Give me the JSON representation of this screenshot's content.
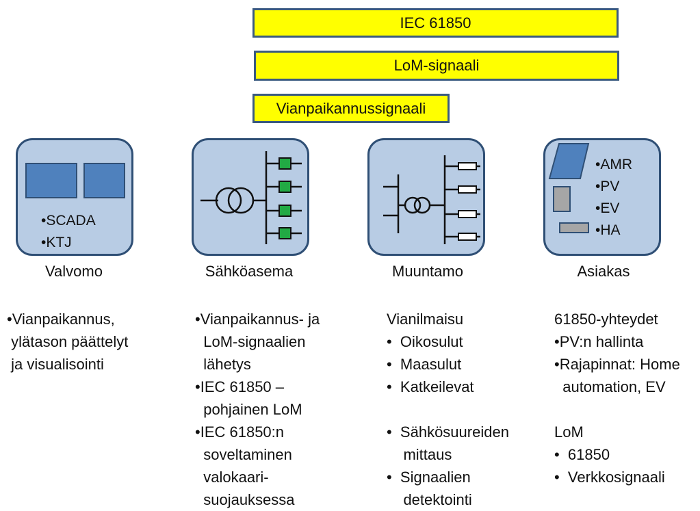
{
  "bars": {
    "iec": "IEC 61850",
    "lom": "LoM-signaali",
    "fault": "Vianpaikannussignaali"
  },
  "nodes": {
    "valvomo": {
      "label": "Valvomo",
      "items": [
        "•SCADA",
        "•KTJ"
      ],
      "desc": [
        "•Vianpaikannus,",
        " ylätason päättelyt",
        " ja visualisointi"
      ]
    },
    "sahkoasema": {
      "label": "Sähköasema",
      "desc": [
        "•Vianpaikannus- ja",
        "  LoM-signaalien",
        "  lähetys",
        "•IEC 61850 –",
        "  pohjainen LoM",
        "•IEC 61850:n",
        "  soveltaminen",
        "  valokaari-",
        "  suojauksessa"
      ]
    },
    "muuntamo": {
      "label": "Muuntamo",
      "desc_title": "Vianilmaisu",
      "desc_list1": [
        "•  Oikosulut",
        "•  Maasulut",
        "•  Katkeilevat"
      ],
      "desc_list2": [
        "•  Sähkösuureiden",
        "    mittaus",
        "•  Signaalien",
        "    detektointi"
      ]
    },
    "asiakas": {
      "label": "Asiakas",
      "items": [
        "•AMR",
        "•PV",
        "•EV",
        "•HA"
      ],
      "desc_top": [
        "61850-yhteydet",
        "•PV:n hallinta",
        "•Rajapinnat: Home",
        "  automation, EV"
      ],
      "desc_lom_title": "LoM",
      "desc_lom_list": [
        "•  61850",
        "•  Verkkosignaali"
      ]
    }
  },
  "colors": {
    "bar_fill": "#ffff00",
    "node_fill": "#b8cce4",
    "node_border": "#2f4f75",
    "screen_fill": "#4f81bd",
    "switch_green": "#22aa44",
    "device_gray": "#a6a6a6"
  }
}
